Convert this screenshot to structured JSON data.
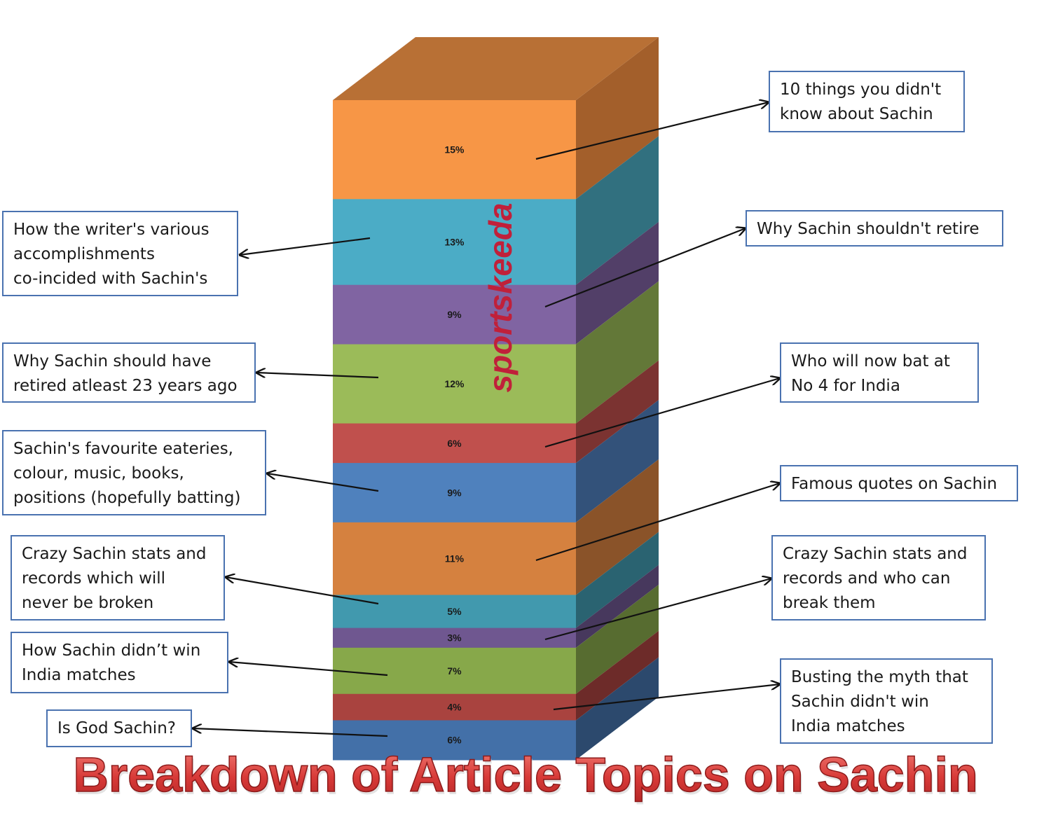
{
  "chart_data": {
    "type": "bar",
    "title": "Breakdown of Article Topics on Sachin",
    "stacked": true,
    "orientation": "vertical",
    "unit": "%",
    "ylim": [
      0,
      100
    ],
    "grid": false,
    "legend": "none",
    "segments": [
      {
        "label": "15%",
        "value": 15,
        "topic": "10 things you didn't know about Sachin",
        "side": "right",
        "front": "#f79646",
        "side_color": "#a35f2b"
      },
      {
        "label": "13%",
        "value": 13,
        "topic": "How the writer's various accomplishments\nco-incided with Sachin's",
        "side": "left",
        "front": "#4bacc6",
        "side_color": "#31707f"
      },
      {
        "label": "9%",
        "value": 9,
        "topic": "Why Sachin shouldn't retire",
        "side": "right",
        "front": "#8064a2",
        "side_color": "#523f68"
      },
      {
        "label": "12%",
        "value": 12,
        "topic": "Why Sachin should have\nretired atleast 23 years ago",
        "side": "left",
        "front": "#9bbb59",
        "side_color": "#637838"
      },
      {
        "label": "6%",
        "value": 6,
        "topic": "Who will now bat at\nNo 4 for India",
        "side": "right",
        "front": "#c0504d",
        "side_color": "#7b3331"
      },
      {
        "label": "9%",
        "value": 9,
        "topic": "Sachin's favourite eateries,\ncolour, music, books,\npositions (hopefully batting)",
        "side": "left",
        "front": "#4f81bd",
        "side_color": "#33527a"
      },
      {
        "label": "11%",
        "value": 11,
        "topic": "Famous quotes on Sachin",
        "side": "right",
        "front": "#d5813f",
        "side_color": "#8a5329"
      },
      {
        "label": "5%",
        "value": 5,
        "topic": "Crazy Sachin stats and\nrecords which will\nnever be broken",
        "side": "left",
        "front": "#4199ae",
        "side_color": "#2a6371"
      },
      {
        "label": "3%",
        "value": 3,
        "topic": "Crazy Sachin stats and\nrecords and who can\nbreak them",
        "side": "right",
        "front": "#6f5790",
        "side_color": "#47385d"
      },
      {
        "label": "7%",
        "value": 7,
        "topic": "How Sachin didn’t win\nIndia matches",
        "side": "left",
        "front": "#87a84a",
        "side_color": "#576c30"
      },
      {
        "label": "4%",
        "value": 4,
        "topic": "Busting the myth that\nSachin didn't win\nIndia matches",
        "side": "right",
        "front": "#a9433f",
        "side_color": "#6d2b29"
      },
      {
        "label": "6%",
        "value": 6,
        "topic": "Is God Sachin?",
        "side": "left",
        "front": "#4370a8",
        "side_color": "#2c496d"
      }
    ]
  },
  "watermark": {
    "text": "sportskeeda",
    "color": "#c0203a"
  },
  "colors": {
    "callout_border": "#4a72b0",
    "title_fill": "#e04848",
    "title_stroke": "#8c1a1a",
    "arrow": "#111111"
  }
}
